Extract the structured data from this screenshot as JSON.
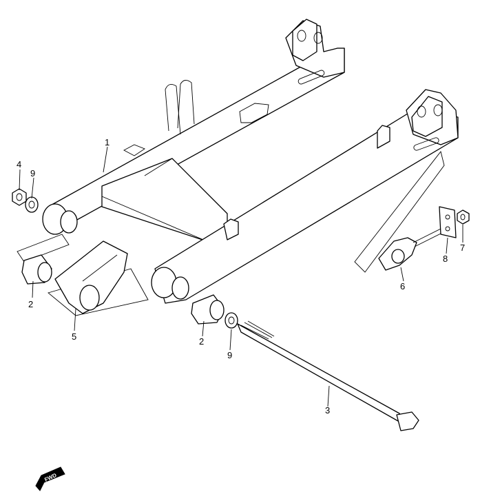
{
  "diagram": {
    "callouts": [
      {
        "id": "c1",
        "label": "1"
      },
      {
        "id": "c2a",
        "label": "2"
      },
      {
        "id": "c2b",
        "label": "2"
      },
      {
        "id": "c3",
        "label": "3"
      },
      {
        "id": "c4",
        "label": "4"
      },
      {
        "id": "c5",
        "label": "5"
      },
      {
        "id": "c6",
        "label": "6"
      },
      {
        "id": "c7",
        "label": "7"
      },
      {
        "id": "c8",
        "label": "8"
      },
      {
        "id": "c9a",
        "label": "9"
      },
      {
        "id": "c9b",
        "label": "9"
      }
    ],
    "direction_badge": "FWD"
  }
}
